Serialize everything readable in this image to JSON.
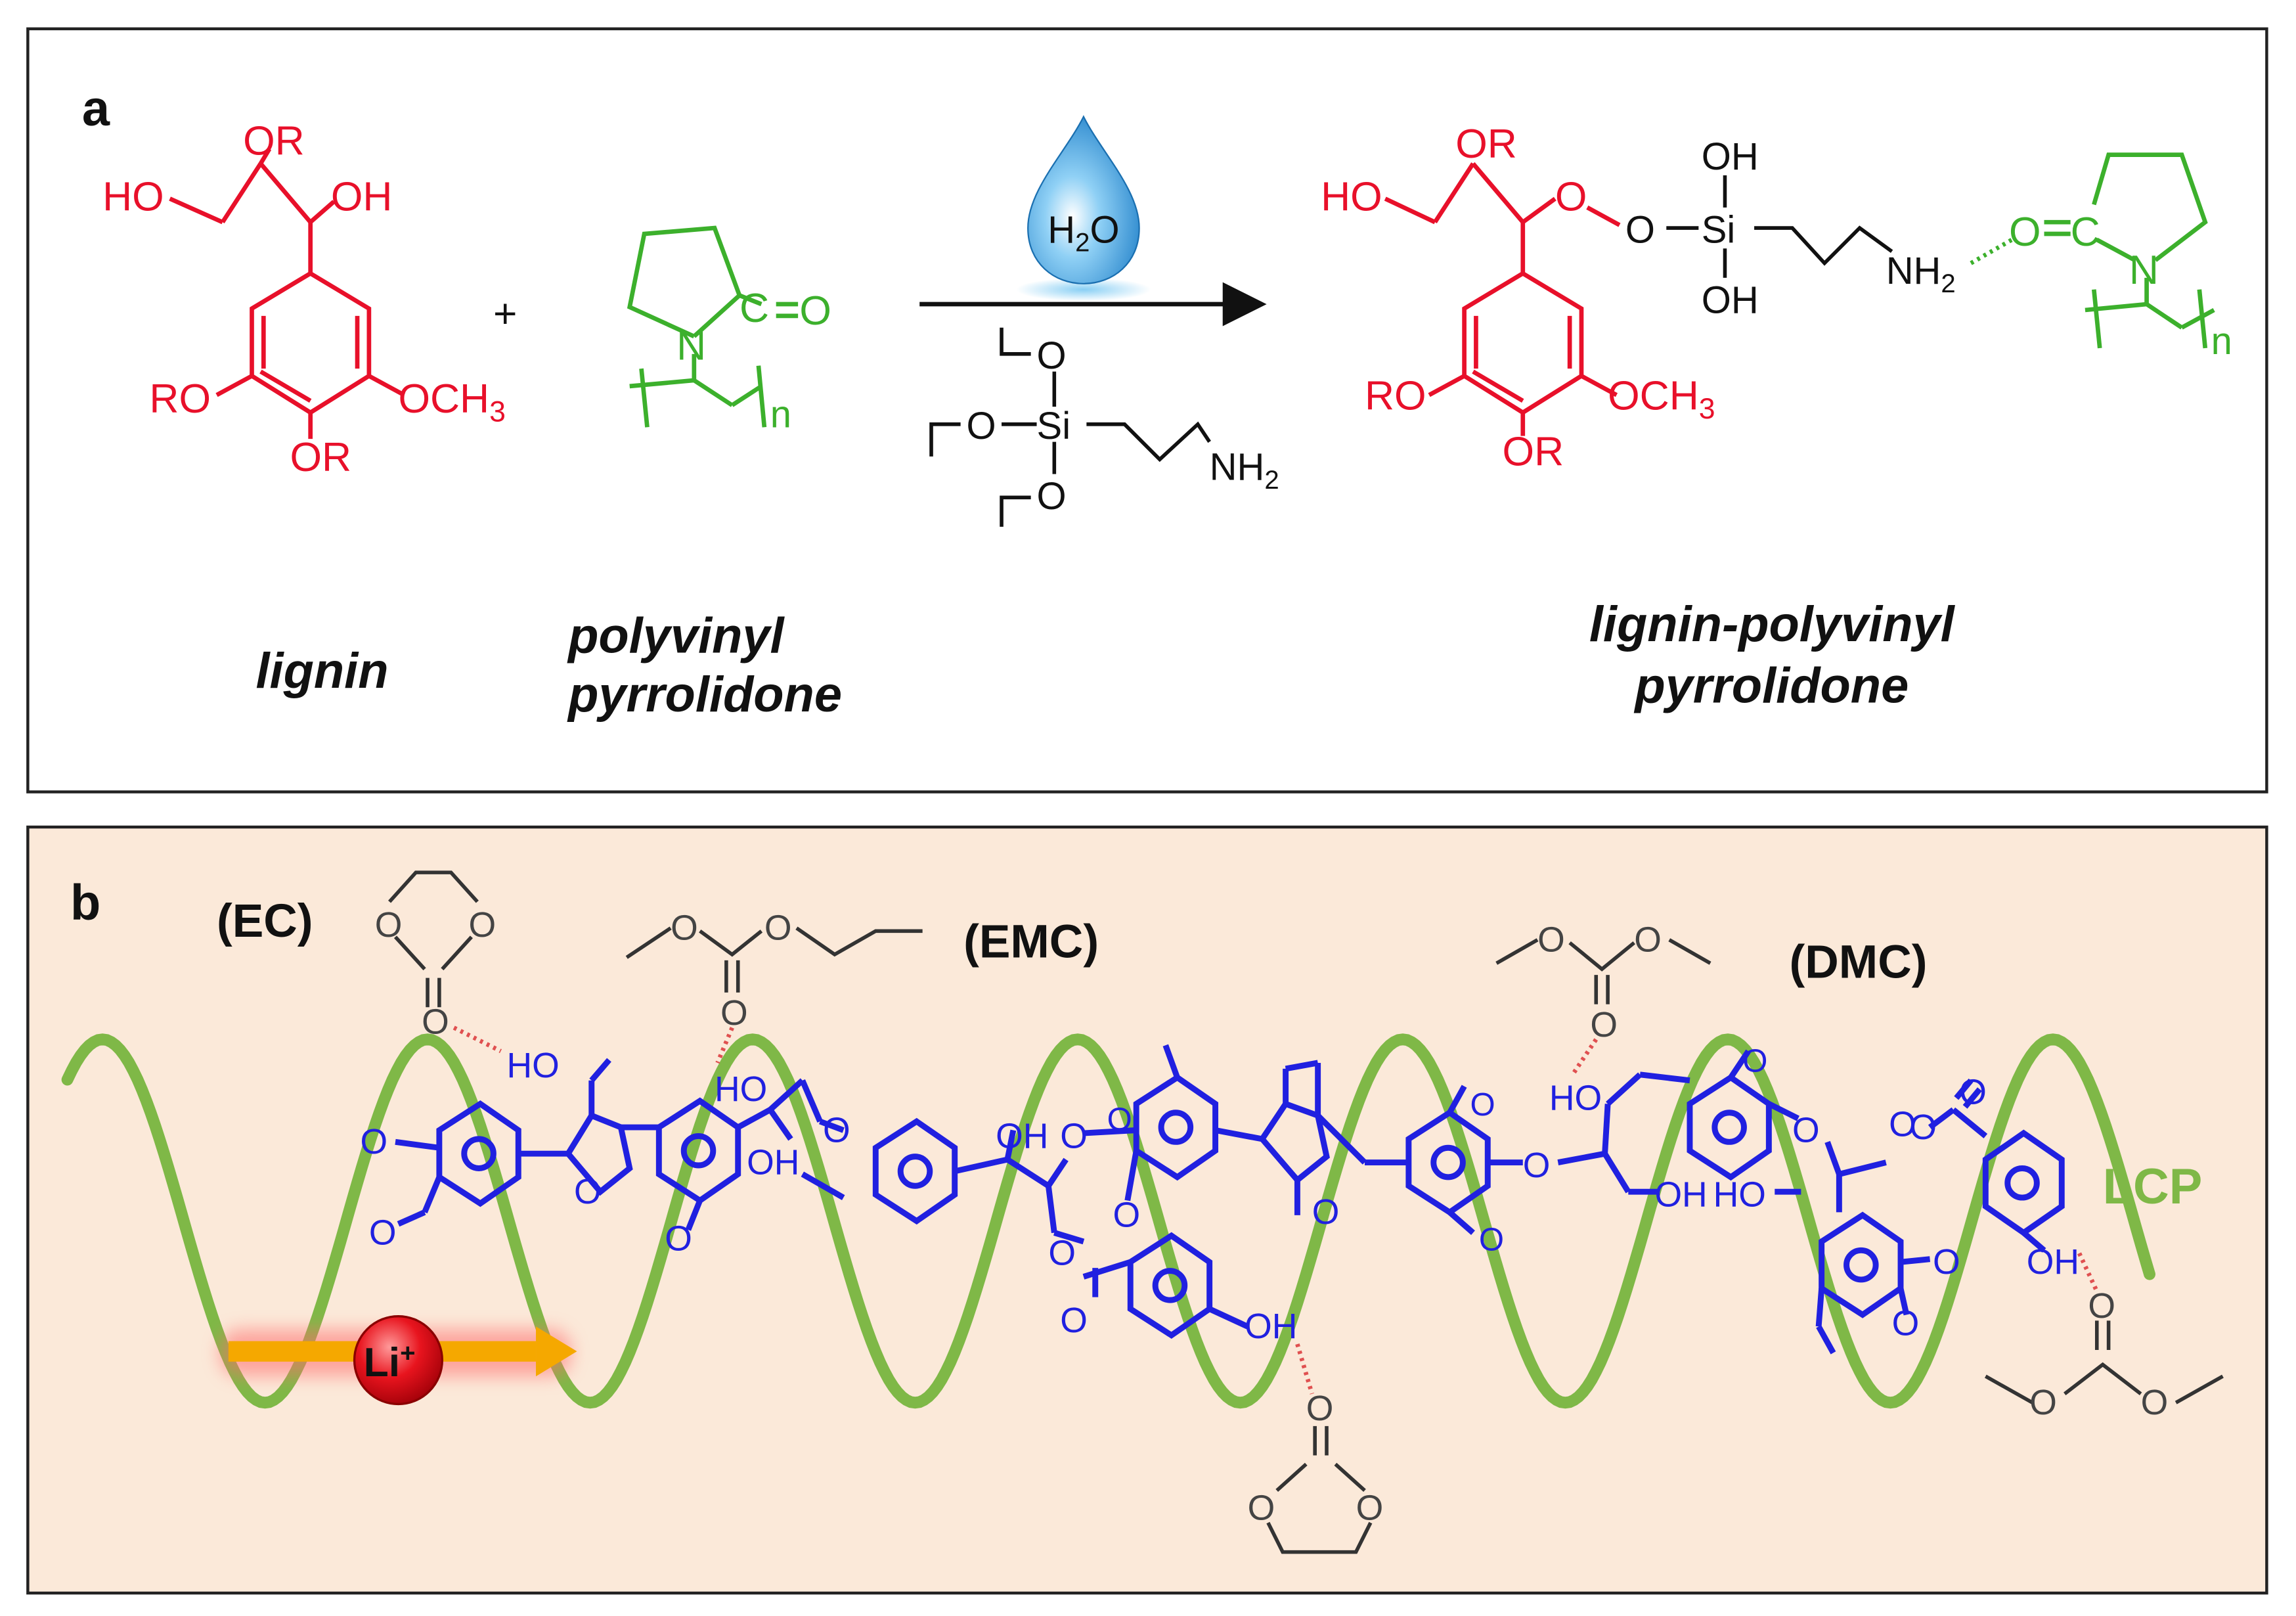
{
  "panel_a": {
    "label": "a",
    "lignin": {
      "caption": "lignin",
      "or_top": "OR",
      "ho_left": "HO",
      "oh_right": "OH",
      "ro_left": "RO",
      "och3": "OCH",
      "och3_sub": "3",
      "or_bottom": "OR"
    },
    "plus": "+",
    "pvp": {
      "caption_line1": "polyvinyl",
      "caption_line2": "pyrrolidone",
      "carbonyl_c": "C",
      "carbonyl_o": "O",
      "n_atom": "N",
      "repeat_n": "n"
    },
    "reagent": {
      "water_h": "H",
      "water_sub": "2",
      "water_o": "O",
      "o_top": "O",
      "o_left": "O",
      "si": "Si",
      "o_bottom": "O",
      "nh": "NH",
      "nh_sub": "2"
    },
    "product": {
      "caption_line1": "lignin-polyvinyl",
      "caption_line2": "pyrrolidone",
      "or_top": "OR",
      "ho_left": "HO",
      "o_link": "O",
      "o_si": "O",
      "si": "Si",
      "oh_top": "OH",
      "oh_bottom": "OH",
      "nh": "NH",
      "nh_sub": "2",
      "carbonyl_o": "O",
      "carbonyl_c": "C",
      "n_atom": "N",
      "repeat_n": "n",
      "ro_left": "RO",
      "och3": "OCH",
      "och3_sub": "3",
      "or_bottom": "OR"
    }
  },
  "panel_b": {
    "label": "b",
    "ec_label": "(EC)",
    "emc_label": "(EMC)",
    "dmc_label": "(DMC)",
    "lcp_label": "LCP",
    "li_ion": "Li",
    "li_charge": "+",
    "atom_o": "O",
    "ho": "HO",
    "oh": "OH"
  },
  "colors": {
    "lignin_red": "#e8102a",
    "pvp_green": "#3cb02c",
    "lignin_blue": "#2020e0",
    "lcp_green": "#7fb847",
    "panel_b_background": "#fbe9d9",
    "hbond_red": "#e05050",
    "li_arrow": "#f5a800"
  },
  "icons": {
    "water_drop": "water-drop-icon",
    "li_ion": "lithium-ion-icon",
    "reaction_arrow": "reaction-arrow-icon"
  }
}
